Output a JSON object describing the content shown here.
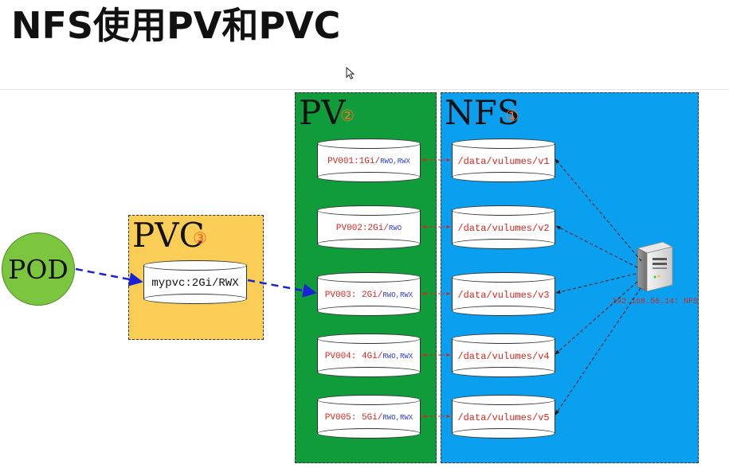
{
  "title": "NFS使用PV和PVC",
  "pod": {
    "label": "POD"
  },
  "pvc": {
    "title": "PVC",
    "num": "③",
    "claim": "mypvc:2Gi/RWX"
  },
  "pv": {
    "title": "PV",
    "num": "②",
    "volumes": [
      {
        "main": "PV001:1Gi/",
        "modes": "RWO,RWX"
      },
      {
        "main": "PV002:2Gi/",
        "modes": "RWO"
      },
      {
        "main": "PV003: 2Gi/",
        "modes": "RWO,RWX"
      },
      {
        "main": "PV004: 4Gi/",
        "modes": "RWO,RWX"
      },
      {
        "main": "PV005: 5Gi/",
        "modes": "RWO,RWX"
      }
    ]
  },
  "nfs": {
    "title": "NFS",
    "num": "①",
    "paths": [
      "/data/vulumes/v1",
      "/data/vulumes/v2",
      "/data/vulumes/v3",
      "/data/vulumes/v4",
      "/data/vulumes/v5"
    ],
    "server_label": "192.168.56.14: NFS"
  },
  "colors": {
    "pvc_bg": "#f9cd56",
    "pv_bg": "#109c3a",
    "nfs_bg": "#0aa0ef",
    "pod_bg": "#7bc63e",
    "arrow_blue": "#1a22d8",
    "link_red": "#d9251c"
  },
  "icons": [
    "cursor-icon",
    "server-icon"
  ]
}
